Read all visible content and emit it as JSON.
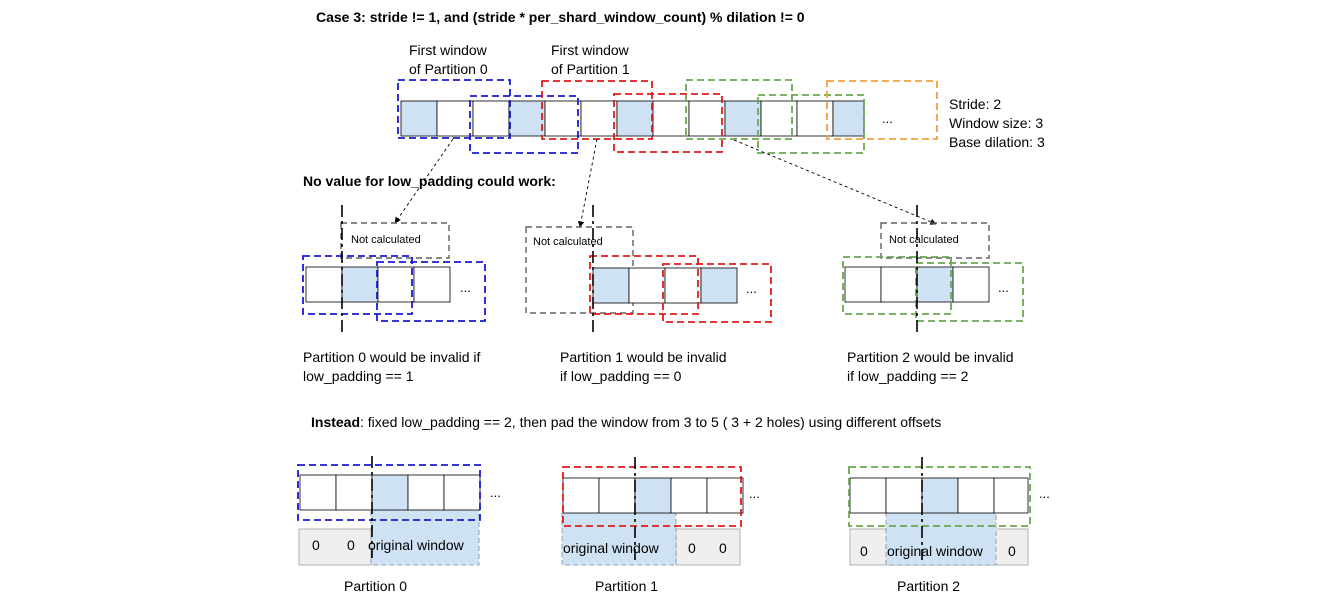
{
  "title": "Case 3: stride != 1, and (stride * per_shard_window_count) % dilation != 0",
  "top": {
    "first_window_p0": [
      "First window",
      "of Partition 0"
    ],
    "first_window_p1": [
      "First window",
      "of Partition 1"
    ],
    "ellipsis": "...",
    "params": [
      "Stride: 2",
      "Window size: 3",
      "Base dilation: 3"
    ]
  },
  "no_value_heading": "No value for low_padding could work:",
  "not_calculated": "Not calculated",
  "invalid_texts": [
    [
      "Partition 0 would be invalid if",
      "low_padding == 1"
    ],
    [
      "Partition 1 would be invalid",
      "if low_padding == 0"
    ],
    [
      "Partition 2 would be invalid",
      "if low_padding == 2"
    ]
  ],
  "instead": {
    "bold": "Instead",
    "rest": ": fixed low_padding == 2, then pad the window from 3 to 5 ( 3 + 2 holes) using different offsets"
  },
  "bottom": {
    "zero": "0",
    "original_window": "original window",
    "partition_labels": [
      "Partition 0",
      "Partition 1",
      "Partition 2"
    ]
  },
  "colors": {
    "blue": "#1a1ad6",
    "red": "#e01b1b",
    "green": "#6aa84f",
    "orange": "#f0a040",
    "gray": "#606060",
    "fill": "#cfe2f3",
    "zero_fill": "#efefef"
  }
}
